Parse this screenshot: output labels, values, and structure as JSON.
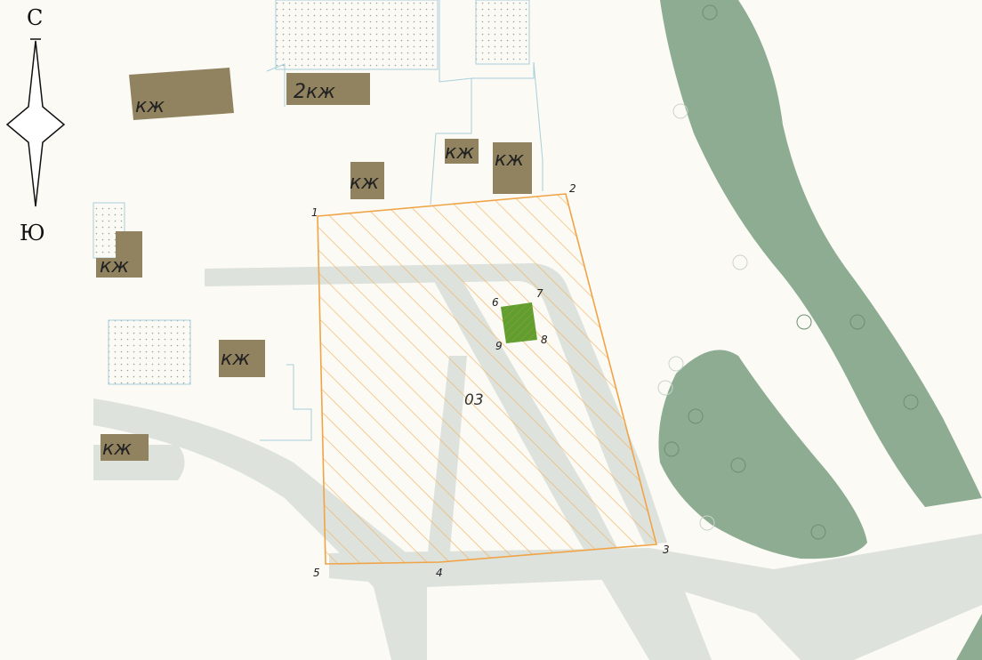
{
  "compass": {
    "north": "С",
    "south": "Ю"
  },
  "buildings": [
    {
      "label": "кж"
    },
    {
      "label": "2кж"
    },
    {
      "label": "кж"
    },
    {
      "label": "кж"
    },
    {
      "label": "кж"
    },
    {
      "label": "кж"
    },
    {
      "label": "кж"
    },
    {
      "label": "кж"
    }
  ],
  "parcel": {
    "zone_label": "03",
    "points": [
      "1",
      "2",
      "3",
      "4",
      "5"
    ],
    "inner_points": [
      "6",
      "7",
      "8",
      "9"
    ]
  },
  "colors": {
    "background": "#fbfaf4",
    "building": "#928360",
    "road": "#dde2dd",
    "forest": "#8eac92",
    "parcel_hatch": "#f4b05a",
    "inner_parcel": "#5f9e2f"
  }
}
